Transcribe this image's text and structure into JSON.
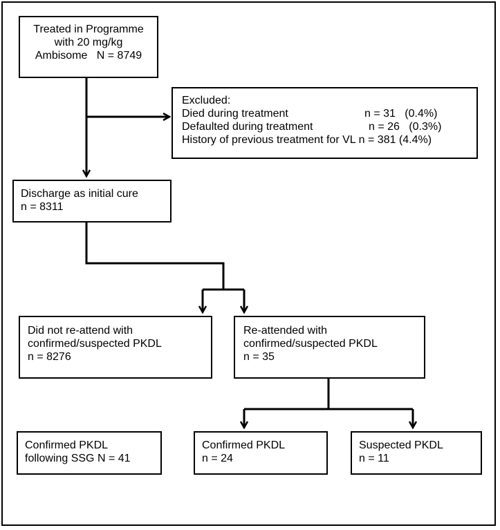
{
  "flowchart": {
    "treated": {
      "lines": [
        "Treated in Programme",
        "with 20 mg/kg",
        "Ambisome   N = 8749"
      ]
    },
    "excluded": {
      "heading": "Excluded:",
      "rows": [
        {
          "label": "Died during treatment",
          "value": "n = 31   (0.4%)"
        },
        {
          "label": "Defaulted during treatment",
          "value": "n = 26   (0.3%)"
        },
        {
          "label": "History of previous treatment for VL",
          "value": "n = 381 (4.4%)"
        }
      ]
    },
    "discharge": {
      "lines": [
        "Discharge as initial cure",
        "n = 8311"
      ]
    },
    "not_reattend": {
      "lines": [
        "Did not re-attend with",
        "confirmed/suspected PKDL",
        "n = 8276"
      ]
    },
    "reattend": {
      "lines": [
        "Re-attended with",
        "confirmed/suspected PKDL",
        "n = 35"
      ]
    },
    "confirmed_ssg": {
      "lines": [
        "Confirmed PKDL",
        "following SSG N = 41"
      ]
    },
    "confirmed": {
      "lines": [
        "Confirmed PKDL",
        "n = 24"
      ]
    },
    "suspected": {
      "lines": [
        "Suspected PKDL",
        "n = 11"
      ]
    }
  }
}
